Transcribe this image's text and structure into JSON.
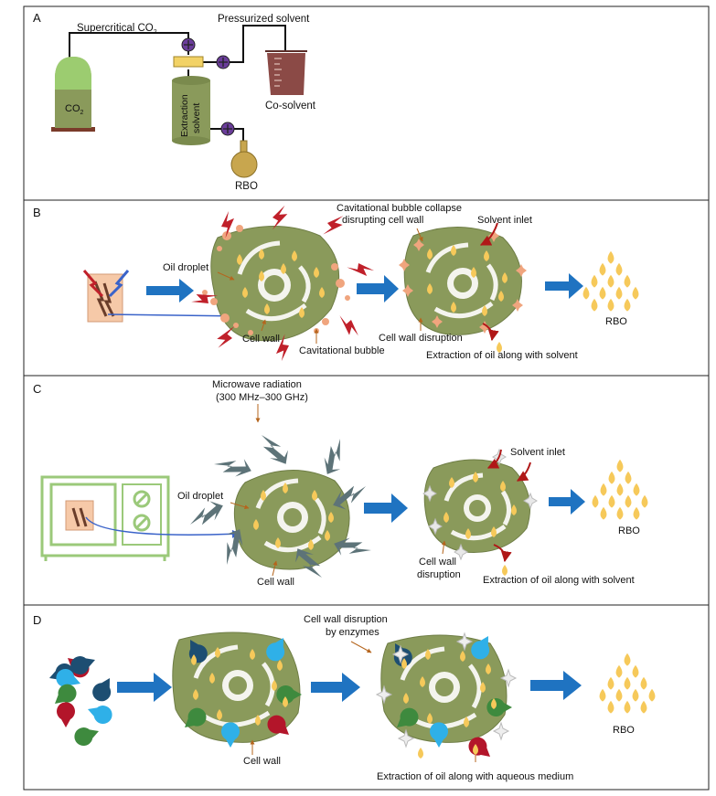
{
  "panels": [
    {
      "letter": "A"
    },
    {
      "letter": "B"
    },
    {
      "letter": "C"
    },
    {
      "letter": "D"
    }
  ],
  "panel_a": {
    "supercritical_label": "Supercritical CO",
    "supercritical_sub": "2",
    "pressurized_solvent": "Pressurized solvent",
    "cylinder_label": "CO",
    "cylinder_sub": "2",
    "extraction_solvent_line1": "Extraction",
    "extraction_solvent_line2": "solvent",
    "co_solvent": "Co-solvent",
    "product": "RBO"
  },
  "panel_b": {
    "bubble_collapse_line1": "Cavitational bubble collapse",
    "bubble_collapse_line2": "disrupting cell wall",
    "solvent_inlet": "Solvent inlet",
    "oil_droplet": "Oil droplet",
    "cell_wall": "Cell wall",
    "cavitational_bubble": "Cavitational bubble",
    "cell_wall_disruption": "Cell wall disruption",
    "extraction": "Extraction of oil along with solvent",
    "product": "RBO"
  },
  "panel_c": {
    "microwave_line1": "Microwave radiation",
    "microwave_line2": "(300 MHz–300 GHz)",
    "oil_droplet": "Oil droplet",
    "cell_wall": "Cell wall",
    "solvent_inlet": "Solvent inlet",
    "cell_wall_disruption_line1": "Cell wall",
    "cell_wall_disruption_line2": "disruption",
    "extraction": "Extraction of oil along with solvent",
    "product": "RBO"
  },
  "panel_d": {
    "enzymes_line1": "Cell wall disruption",
    "enzymes_line2": "by enzymes",
    "cell_wall": "Cell wall",
    "extraction": "Extraction of oil along with aqueous medium",
    "product": "RBO"
  },
  "colors": {
    "cell_fill": "#8a9a5b",
    "cell_stroke": "#6e7d45",
    "oil": "#f6c95a",
    "arrow": "#1f73c1",
    "lightning_red": "#c0202a",
    "lightning_gray": "#5d7378",
    "bubble": "#f0a57e",
    "valve": "#6a3d9a",
    "co2_top": "#9ccc70",
    "co2_body": "#8a9a5b",
    "beaker": "#8b4a46",
    "flask": "#c8a64e",
    "microwave": "#9bc97a",
    "enzyme_navy": "#1d4e72",
    "enzyme_cyan": "#2fb0e8",
    "enzyme_red": "#b3152a",
    "enzyme_green": "#3e8a3e",
    "pointer": "#b5651d"
  }
}
